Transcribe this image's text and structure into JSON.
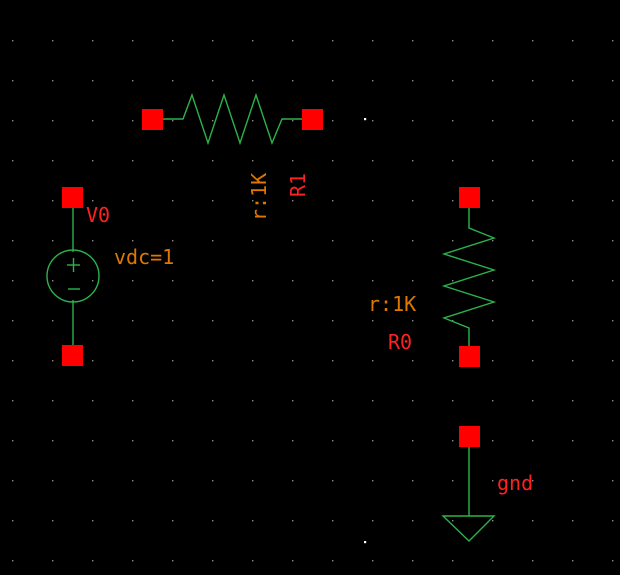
{
  "schematic": {
    "background_color": "#000000",
    "wire_color": "#2bb34a",
    "pin_color": "#ff0000",
    "param_color": "#e07800",
    "instance_color": "#ff2020",
    "components": {
      "R1": {
        "instance_name": "R1",
        "param": "r:1K"
      },
      "R0": {
        "instance_name": "R0",
        "param": "r:1K"
      },
      "V0": {
        "instance_name": "V0",
        "param": "vdc=1"
      },
      "gnd": {
        "label": "gnd"
      }
    }
  }
}
